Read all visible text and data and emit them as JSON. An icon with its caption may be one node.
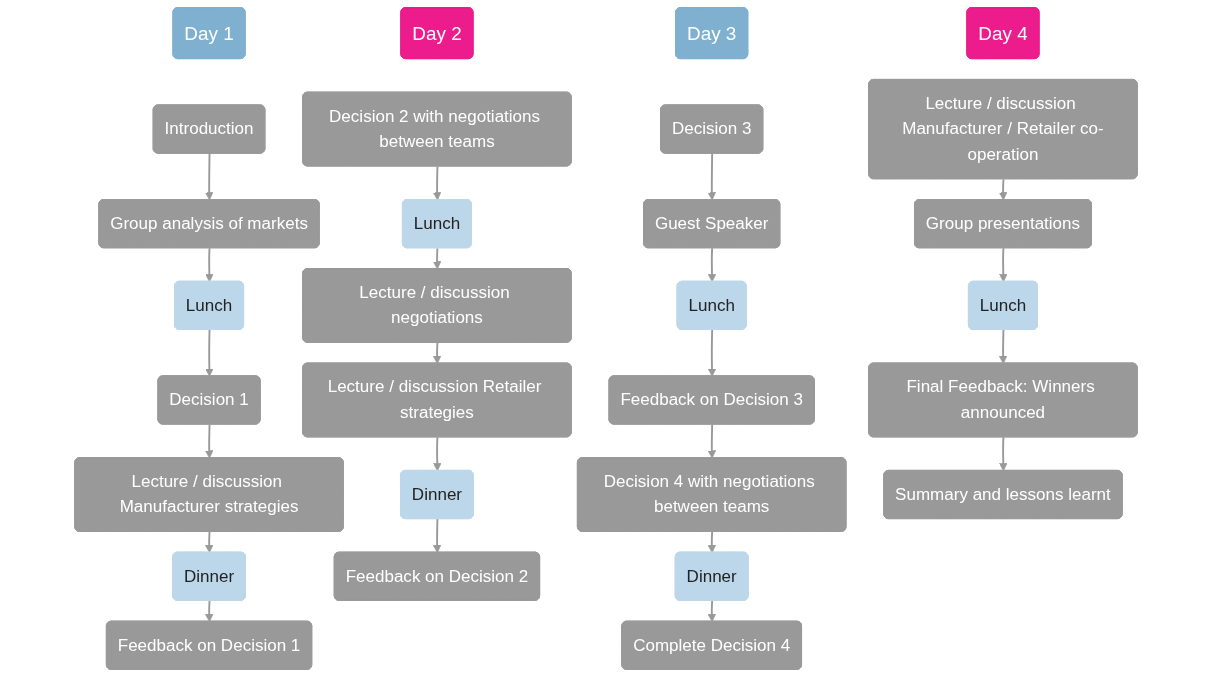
{
  "diagram": {
    "nodes": [
      {
        "text": [
          "Day 1"
        ]
      },
      {
        "text": [
          "Introduction"
        ]
      },
      {
        "text": [
          "Group analysis of markets"
        ]
      },
      {
        "text": [
          "Lunch"
        ]
      },
      {
        "text": [
          "Decision 1"
        ]
      },
      {
        "text": [
          "Lecture / discussion Manufacturer strategies"
        ]
      },
      {
        "text": [
          "Dinner"
        ]
      },
      {
        "text": [
          "Feedback on Decision 1"
        ]
      },
      {
        "text": [
          "Day 2"
        ]
      },
      {
        "text": [
          "Decision 2 with negotiations between teams"
        ]
      },
      {
        "text": [
          "Lunch"
        ]
      },
      {
        "text": [
          "Lecture / discussion negotiations"
        ]
      },
      {
        "text": [
          "Lecture / discussion Retailer strategies"
        ]
      },
      {
        "text": [
          "Dinner"
        ]
      },
      {
        "text": [
          "Feedback on Decision 2"
        ]
      },
      {
        "text": [
          "Day 3"
        ]
      },
      {
        "text": [
          "Decision 3"
        ]
      },
      {
        "text": [
          "Guest Speaker"
        ]
      },
      {
        "text": [
          "Lunch"
        ]
      },
      {
        "text": [
          "Feedback on Decision 3"
        ]
      },
      {
        "text": [
          "Decision 4 with negotiations between teams"
        ]
      },
      {
        "text": [
          "Dinner"
        ]
      },
      {
        "text": [
          "Complete Decision 4"
        ]
      },
      {
        "text": [
          "Day 4"
        ]
      },
      {
        "text": [
          "Lecture / discussion Manufacturer / Retailer co-operation"
        ]
      },
      {
        "text": [
          "Group presentations"
        ]
      },
      {
        "text": [
          "Lunch"
        ]
      },
      {
        "text": [
          "Final Feedback: Winners announced"
        ]
      },
      {
        "text": [
          "Summary and lessons learnt"
        ]
      }
    ],
    "edges": [
      {
        "from": 1,
        "to": 2,
        "arrow": "to"
      },
      {
        "from": 2,
        "to": 3,
        "arrow": "to"
      },
      {
        "from": 3,
        "to": 4,
        "arrow": "to"
      },
      {
        "from": 4,
        "to": 5,
        "arrow": "to"
      },
      {
        "from": 5,
        "to": 6,
        "arrow": "to"
      },
      {
        "from": 6,
        "to": 7,
        "arrow": "to"
      },
      {
        "from": 9,
        "to": 10,
        "arrow": "to"
      },
      {
        "from": 10,
        "to": 11,
        "arrow": "to"
      },
      {
        "from": 11,
        "to": 12,
        "arrow": "to"
      },
      {
        "from": 12,
        "to": 13,
        "arrow": "to"
      },
      {
        "from": 13,
        "to": 14,
        "arrow": "to"
      },
      {
        "from": 16,
        "to": 17,
        "arrow": "to"
      },
      {
        "from": 17,
        "to": 18,
        "arrow": "to"
      },
      {
        "from": 18,
        "to": 19,
        "arrow": "to"
      },
      {
        "from": 19,
        "to": 20,
        "arrow": "to"
      },
      {
        "from": 20,
        "to": 21,
        "arrow": "to"
      },
      {
        "from": 21,
        "to": 22,
        "arrow": "to"
      },
      {
        "from": 24,
        "to": 25,
        "arrow": "to"
      },
      {
        "from": 25,
        "to": 26,
        "arrow": "to"
      },
      {
        "from": 26,
        "to": 27,
        "arrow": "to"
      },
      {
        "from": 27,
        "to": 28,
        "arrow": "to"
      }
    ]
  }
}
